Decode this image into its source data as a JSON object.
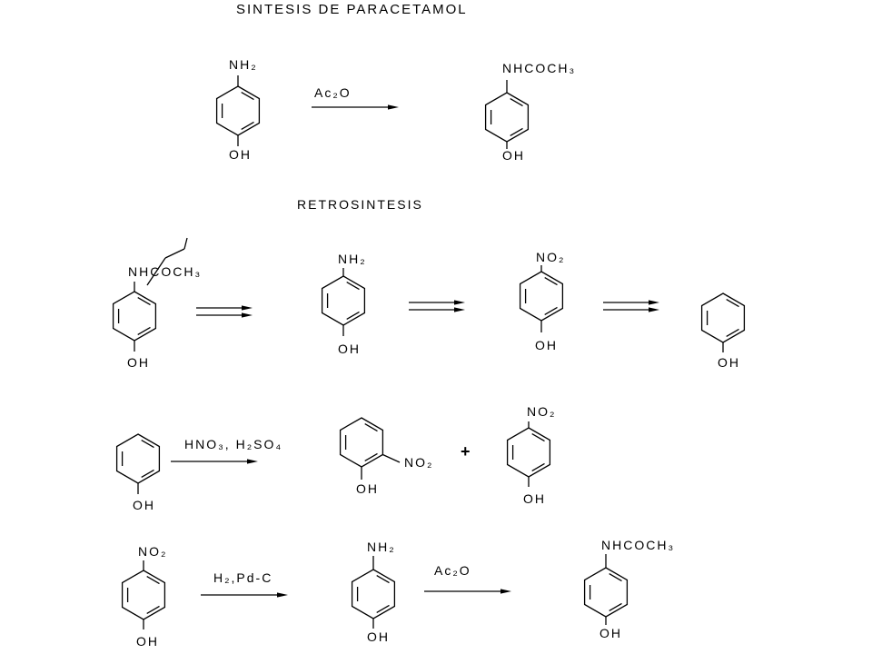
{
  "title": "SINTESIS DE PARACETAMOL",
  "retro_title": "RETROSINTESIS",
  "synthesis": {
    "reactant_top": "NH₂",
    "reactant_bottom": "OH",
    "reagent": "Ac₂O",
    "product_top": "NHCOCH₃",
    "product_bottom": "OH"
  },
  "retrosynthesis": {
    "step1_top": "NHCOCH₃",
    "step1_bottom": "OH",
    "step2_top": "NH₂",
    "step2_bottom": "OH",
    "step3_top": "NO₂",
    "step3_bottom": "OH",
    "step4_bottom": "OH"
  },
  "nitration": {
    "reactant_bottom": "OH",
    "reagent": "HNO₃, H₂SO₄",
    "ortho_sub": "NO₂",
    "ortho_oh": "OH",
    "plus": "+",
    "para_top": "NO₂",
    "para_bottom": "OH"
  },
  "reduction": {
    "reactant_top": "NO₂",
    "reactant_bottom": "OH",
    "reagent": "H₂,Pd-C",
    "middle_top": "NH₂",
    "middle_bottom": "OH",
    "reagent2": "Ac₂O",
    "product_top": "NHCOCH₃",
    "product_bottom": "OH"
  }
}
